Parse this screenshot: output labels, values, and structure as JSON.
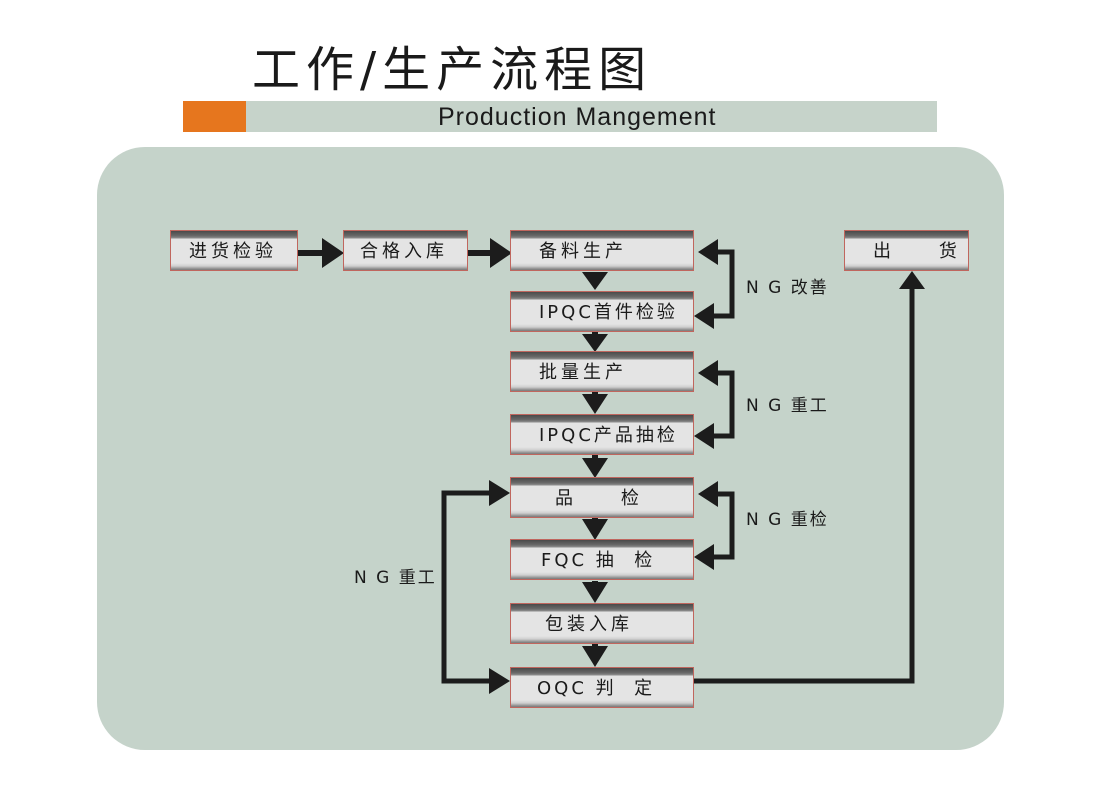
{
  "header": {
    "title": "工作/生产流程图",
    "subtitle": "Production Mangement",
    "accent_color": "#e6761e",
    "banner_color": "#c6d3ca"
  },
  "diagram": {
    "panel_color": "#c5d3ca",
    "steps": {
      "incoming_inspection": "进货检验",
      "qualified_storage": "合格入库",
      "material_production": "备料生产",
      "ipqc_first_article": "IPQC首件检验",
      "mass_production": "批量生产",
      "ipqc_sampling": "IPQC产品抽检",
      "quality_inspection": "品    检",
      "fqc_sampling": "FQC 抽  检",
      "packing_storage": "包装入库",
      "oqc_judgement": "OQC 判  定",
      "shipment": "出    货"
    },
    "loops": {
      "ng_improve": "N G 改善",
      "ng_rework_1": "N G 重工",
      "ng_recheck": "N G 重检",
      "ng_rework_2": "N G 重工"
    }
  }
}
